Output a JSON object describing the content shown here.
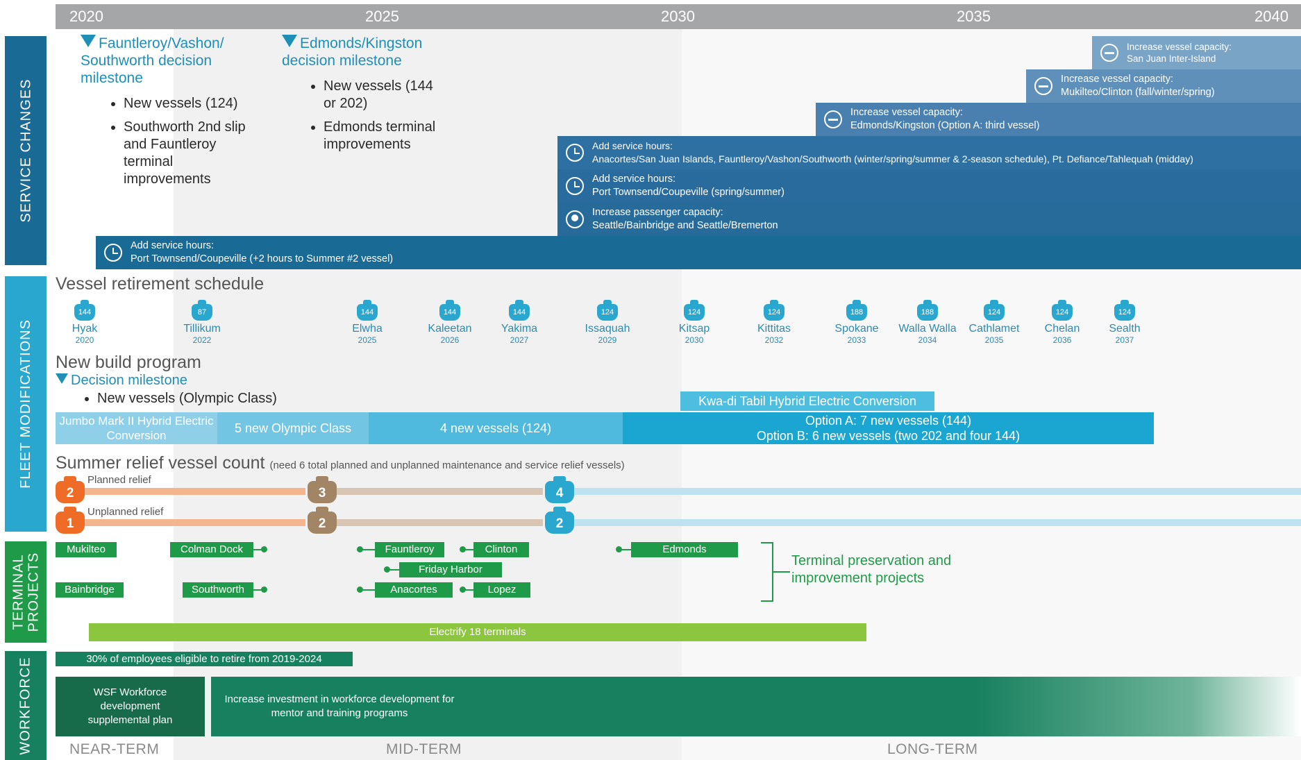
{
  "years": [
    "2020",
    "2025",
    "2030",
    "2035",
    "2040"
  ],
  "sections": {
    "service_changes": "SERVICE CHANGES",
    "fleet_modifications": "FLEET MODIFICATIONS",
    "terminal_projects_line1": "TERMINAL",
    "terminal_projects_line2": "PROJECTS",
    "workforce": "WORKFORCE"
  },
  "milestones": {
    "fauntleroy": {
      "title": "Fauntleroy/Vashon/ Southworth decision milestone",
      "bullets": [
        "New vessels (124)",
        "Southworth 2nd slip and Fauntleroy terminal improvements"
      ]
    },
    "edmonds": {
      "title": "Edmonds/Kingston decision milestone",
      "bullets": [
        "New vessels (144 or 202)",
        "Edmonds terminal improvements"
      ]
    }
  },
  "service_bars": [
    {
      "icon": "minus-circle-icon",
      "line1": "Increase vessel capacity:",
      "line2": "San Juan Inter-Island",
      "color": "#7aa4c6"
    },
    {
      "icon": "minus-circle-icon",
      "line1": "Increase vessel capacity:",
      "line2": "Mukilteo/Clinton (fall/winter/spring)",
      "color": "#5f90ba"
    },
    {
      "icon": "minus-circle-icon",
      "line1": "Increase vessel capacity:",
      "line2": "Edmonds/Kingston (Option A: third vessel)",
      "color": "#4a80b0"
    },
    {
      "icon": "clock-icon",
      "line1": "Add service hours:",
      "line2": "Anacortes/San Juan Islands, Fauntleroy/Vashon/Southworth  (winter/spring/summer & 2-season schedule), Pt. Defiance/Tahlequah (midday)",
      "color": "#2f70a3"
    },
    {
      "icon": "clock-icon",
      "line1": "Add service hours:",
      "line2": "Port Townsend/Coupeville (spring/summer)",
      "color": "#2a6b9e"
    },
    {
      "icon": "people-icon",
      "line1": "Increase passenger capacity:",
      "line2": "Seattle/Bainbridge and Seattle/Bremerton",
      "color": "#276b9b"
    },
    {
      "icon": "clock-icon",
      "line1": "Add service hours:",
      "line2": "Port Townsend/Coupeville (+2 hours to Summer #2 vessel)",
      "color": "#1a6a96"
    }
  ],
  "vessel_retirement": {
    "heading": "Vessel retirement schedule",
    "vessels": [
      {
        "cap": "144",
        "name": "Hyak",
        "year": "2020"
      },
      {
        "cap": "87",
        "name": "Tillikum",
        "year": "2022"
      },
      {
        "cap": "144",
        "name": "Elwha",
        "year": "2025"
      },
      {
        "cap": "144",
        "name": "Kaleetan",
        "year": "2026"
      },
      {
        "cap": "144",
        "name": "Yakima",
        "year": "2027"
      },
      {
        "cap": "124",
        "name": "Issaquah",
        "year": "2029"
      },
      {
        "cap": "124",
        "name": "Kitsap",
        "year": "2030"
      },
      {
        "cap": "124",
        "name": "Kittitas",
        "year": "2032"
      },
      {
        "cap": "188",
        "name": "Spokane",
        "year": "2033"
      },
      {
        "cap": "188",
        "name": "Walla Walla",
        "year": "2034"
      },
      {
        "cap": "124",
        "name": "Cathlamet",
        "year": "2035"
      },
      {
        "cap": "124",
        "name": "Chelan",
        "year": "2036"
      },
      {
        "cap": "124",
        "name": "Sealth",
        "year": "2037"
      }
    ]
  },
  "new_build": {
    "heading": "New build program",
    "milestone": "Decision milestone",
    "bullet": "New vessels (Olympic Class)",
    "kwa": "Kwa-di Tabil Hybrid Electric Conversion",
    "jumbo": "Jumbo Mark II Hybrid Electric Conversion",
    "olympic": "5 new Olympic Class",
    "new124": "4 new vessels (124)",
    "optionA": "Option A: 7 new vessels (144)",
    "optionB": "Option B: 6 new vessels (two 202 and four 144)"
  },
  "relief": {
    "heading": "Summer relief vessel count",
    "note": "(need 6 total planned and unplanned maintenance and service relief vessels)",
    "planned_label": "Planned relief",
    "unplanned_label": "Unplanned relief",
    "planned": [
      "2",
      "3",
      "4"
    ],
    "unplanned": [
      "1",
      "2",
      "2"
    ]
  },
  "terminals": {
    "mukilteo": "Mukilteo",
    "colman": "Colman Dock",
    "bainbridge": "Bainbridge",
    "southworth": "Southworth",
    "fauntleroy": "Fauntleroy",
    "clinton": "Clinton",
    "friday": "Friday Harbor",
    "anacortes": "Anacortes",
    "lopez": "Lopez",
    "edmonds": "Edmonds",
    "bracket_label": "Terminal preservation and improvement projects",
    "electrify": "Electrify 18 terminals"
  },
  "workforce": {
    "retire": "30% of employees eligible to retire from 2019-2024",
    "plan": "WSF Workforce development supplemental plan",
    "invest": "Increase investment in workforce development for mentor and training programs"
  },
  "eras": [
    "NEAR-TERM",
    "MID-TERM",
    "LONG-TERM"
  ]
}
